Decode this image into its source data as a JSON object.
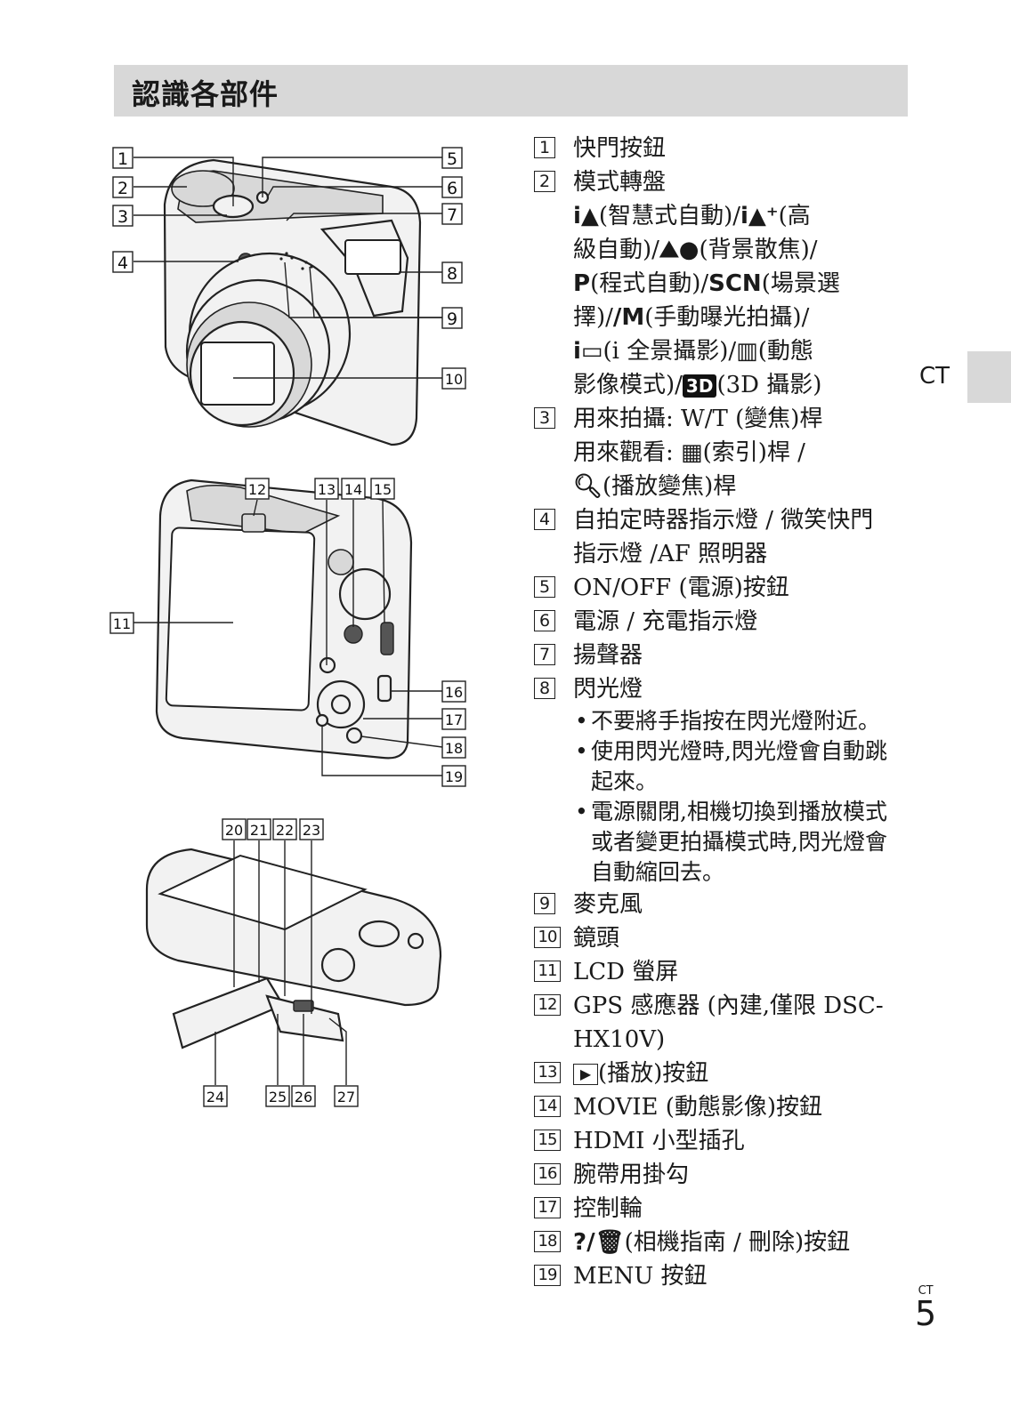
{
  "header": {
    "title": "認識各部件"
  },
  "side_tab": {
    "label": "CT"
  },
  "footer": {
    "lang": "CT",
    "page": "5"
  },
  "figure": {
    "callouts": [
      "1",
      "2",
      "3",
      "4",
      "5",
      "6",
      "7",
      "8",
      "9",
      "10",
      "11",
      "12",
      "13",
      "14",
      "15",
      "16",
      "17",
      "18",
      "19",
      "20",
      "21",
      "22",
      "23",
      "24",
      "25",
      "26",
      "27"
    ]
  },
  "parts": [
    {
      "num": "1",
      "label": "快門按鈕"
    },
    {
      "num": "2",
      "label": "模式轉盤",
      "modes": {
        "line1": "(智慧式自動)/",
        "line1b": "(高",
        "line2": "級自動)/",
        "line2b": "(背景散焦)/",
        "line3": "(程式自動)/",
        "scn": "SCN",
        "line3b": "(場景選",
        "line4": "擇)/",
        "line4b": "(手動曝光拍攝)/",
        "line5": "(i 全景攝影)/",
        "line5b": "(動態",
        "line6": "影像模式)/",
        "badge": "3D",
        "line6b": "(3D 攝影)"
      }
    },
    {
      "num": "3",
      "label": "用來拍攝: W/T (變焦)桿",
      "label2": "用來觀看:",
      "label2b": "(索引)桿 /",
      "label3": "(播放變焦)桿"
    },
    {
      "num": "4",
      "label": "自拍定時器指示燈 / 微笑快門",
      "label2": "指示燈 /AF 照明器"
    },
    {
      "num": "5",
      "label": "ON/OFF (電源)按鈕"
    },
    {
      "num": "6",
      "label": "電源 / 充電指示燈"
    },
    {
      "num": "7",
      "label": "揚聲器"
    },
    {
      "num": "8",
      "label": "閃光燈",
      "notes": [
        "不要將手指按在閃光燈附近。",
        "使用閃光燈時,閃光燈會自動跳起來。",
        "電源關閉,相機切換到播放模式或者變更拍攝模式時,閃光燈會自動縮回去。"
      ]
    },
    {
      "num": "9",
      "label": "麥克風"
    },
    {
      "num": "10",
      "label": "鏡頭"
    },
    {
      "num": "11",
      "label": "LCD 螢屏"
    },
    {
      "num": "12",
      "label": "GPS 感應器 (內建,僅限 DSC-HX10V)"
    },
    {
      "num": "13",
      "label": "(播放)按鈕"
    },
    {
      "num": "14",
      "label": "MOVIE (動態影像)按鈕"
    },
    {
      "num": "15",
      "label": "HDMI 小型插孔"
    },
    {
      "num": "16",
      "label": "腕帶用掛勾"
    },
    {
      "num": "17",
      "label": "控制輪"
    },
    {
      "num": "18",
      "label": "(相機指南 / 刪除)按鈕"
    },
    {
      "num": "19",
      "label": "MENU 按鈕"
    }
  ]
}
